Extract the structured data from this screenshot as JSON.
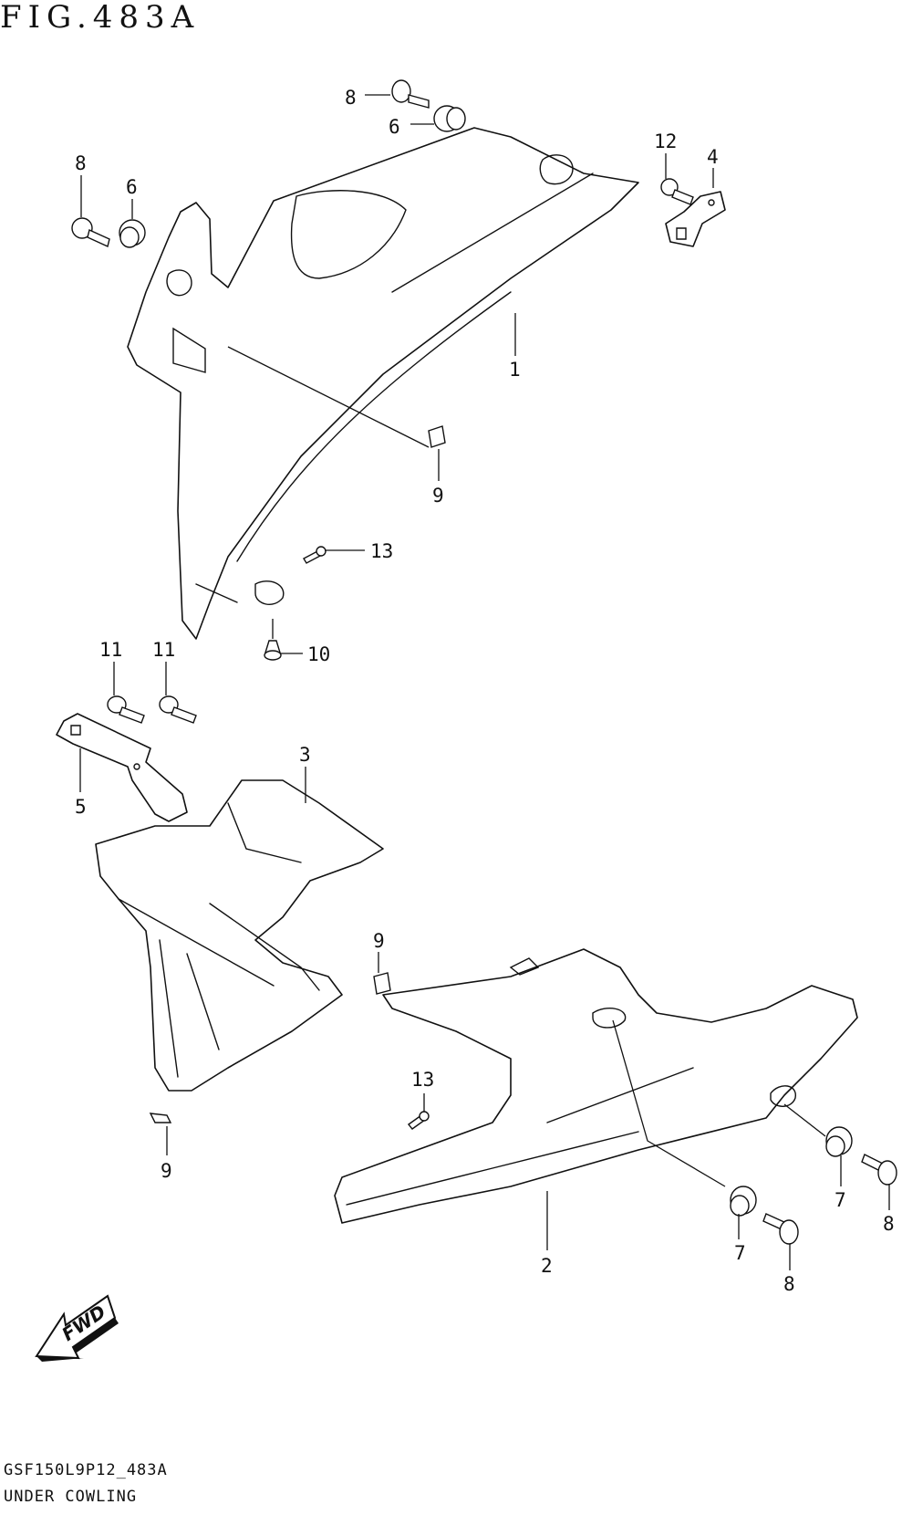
{
  "figure": {
    "title": "FIG.483A",
    "code": "GSF150L9P12_483A",
    "name": "UNDER COWLING"
  },
  "fwd_label": "FWD",
  "callouts": {
    "c1": "1",
    "c2": "2",
    "c3": "3",
    "c4": "4",
    "c5": "5",
    "c6a": "6",
    "c6b": "6",
    "c7a": "7",
    "c7b": "7",
    "c8a": "8",
    "c8b": "8",
    "c8c": "8",
    "c8d": "8",
    "c9a": "9",
    "c9b": "9",
    "c9c": "9",
    "c10": "10",
    "c11a": "11",
    "c11b": "11",
    "c12": "12",
    "c13a": "13",
    "c13b": "13"
  }
}
